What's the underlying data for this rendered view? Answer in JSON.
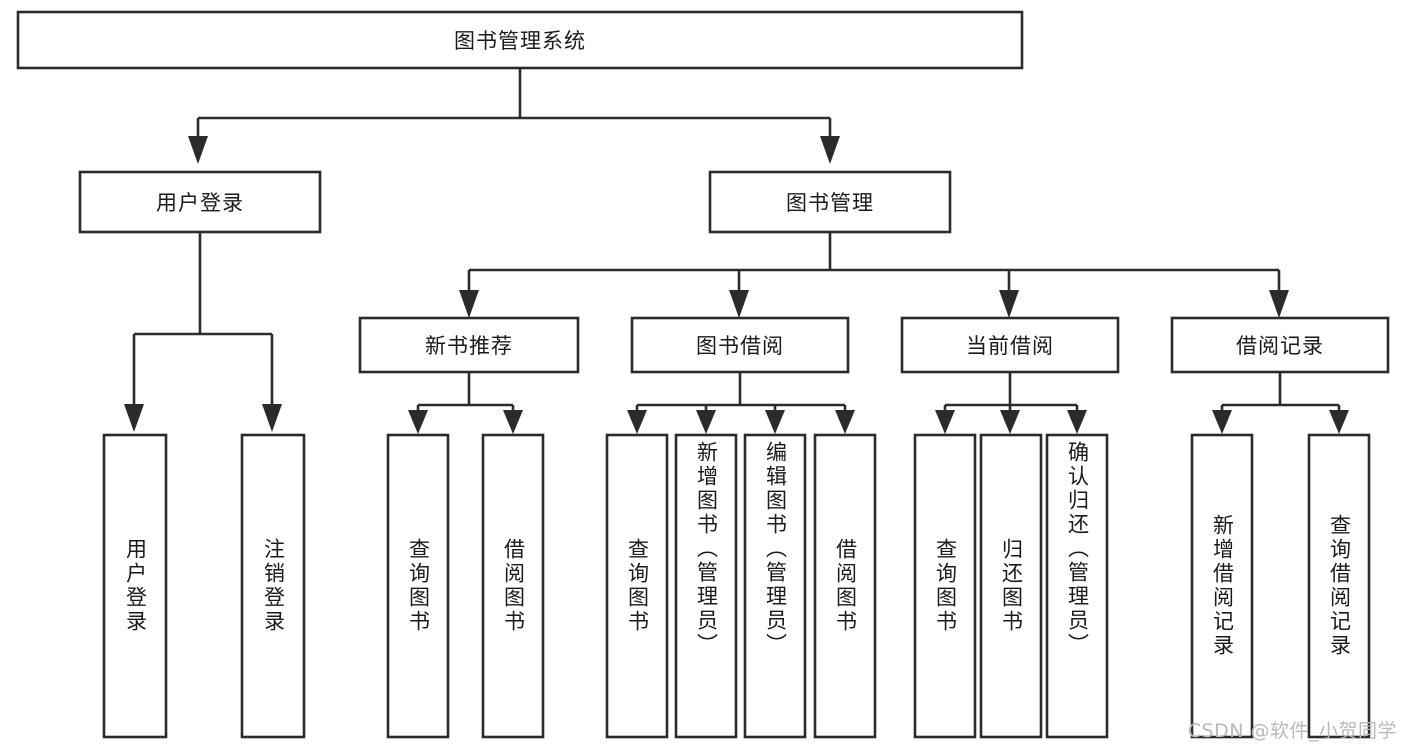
{
  "diagram": {
    "type": "tree",
    "title": "图书管理系统",
    "orientation": "top-down",
    "colors": {
      "box_stroke": "#2b2b2b",
      "box_fill": "#ffffff",
      "connector": "#2b2b2b",
      "text": "#1a1a1a",
      "background": "#ffffff",
      "watermark": "#b9b9b9"
    },
    "nodes": {
      "root": {
        "label": "图书管理系统"
      },
      "level2": {
        "user_login": {
          "label": "用户登录"
        },
        "book_manage": {
          "label": "图书管理"
        }
      },
      "level3": {
        "new_book_rec": {
          "label": "新书推荐"
        },
        "book_borrow": {
          "label": "图书借阅"
        },
        "current_borrow": {
          "label": "当前借阅"
        },
        "borrow_record": {
          "label": "借阅记录"
        }
      },
      "leaves": {
        "user_login": [
          {
            "label": "用户登录"
          },
          {
            "label": "注销登录"
          }
        ],
        "new_book_rec": [
          {
            "label": "查询图书"
          },
          {
            "label": "借阅图书"
          }
        ],
        "book_borrow": [
          {
            "label": "查询图书"
          },
          {
            "label": "新增图书（管理员）"
          },
          {
            "label": "编辑图书（管理员）"
          },
          {
            "label": "借阅图书"
          }
        ],
        "current_borrow": [
          {
            "label": "查询图书"
          },
          {
            "label": "归还图书"
          },
          {
            "label": "确认归还（管理员）"
          }
        ],
        "borrow_record": [
          {
            "label": "新增借阅记录"
          },
          {
            "label": "查询借阅记录"
          }
        ]
      }
    }
  },
  "watermark": {
    "text": "CSDN @软件_小贺同学"
  }
}
